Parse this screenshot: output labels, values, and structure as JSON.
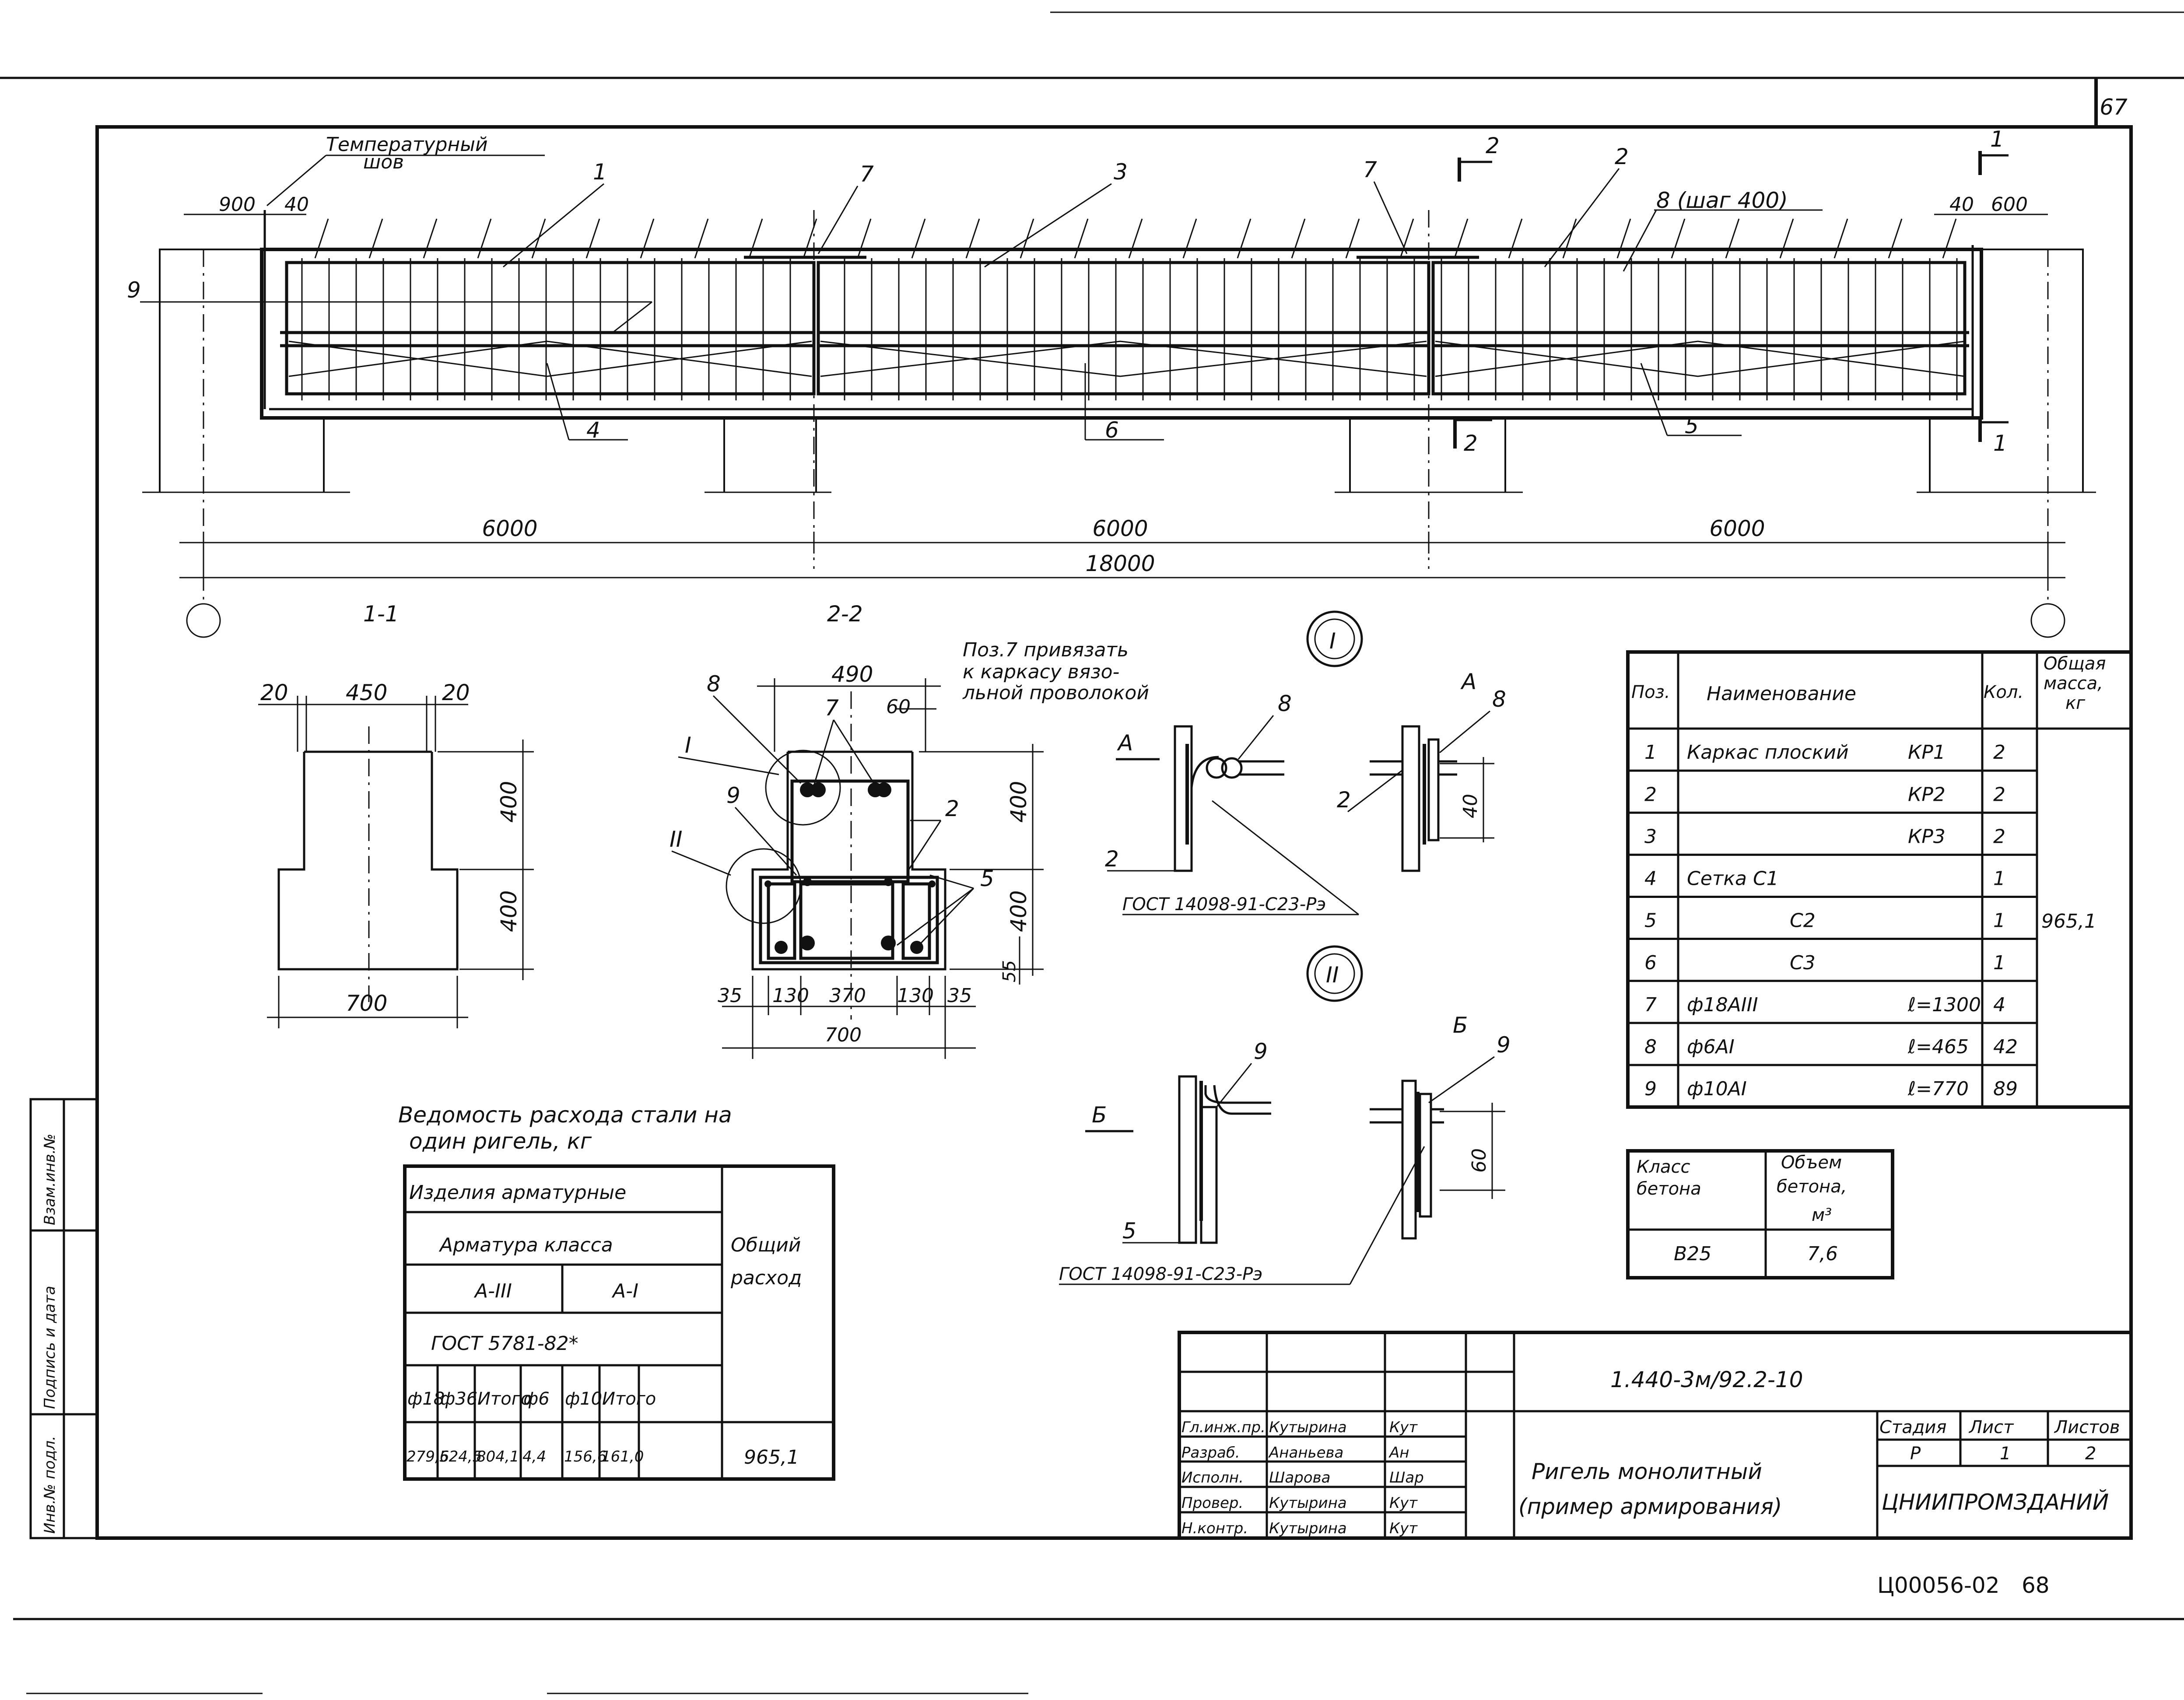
{
  "sheet": {
    "page_corner": "67",
    "stamp_number": "Ц00056-02",
    "stamp_page": "68"
  },
  "elevation": {
    "temp_joint_label_1": "Температурный",
    "temp_joint_label_2": "шов",
    "dim_left_900": "900",
    "dim_left_40": "40",
    "dim_right_40": "40",
    "dim_right_600": "600",
    "pos_1": "1",
    "pos_7a": "7",
    "pos_3": "3",
    "pos_7b": "7",
    "pos_2": "2",
    "pos_8": "8 (шаг 400)",
    "pos_9": "9",
    "pos_4": "4",
    "pos_6": "6",
    "pos_5": "5",
    "cut_2_top": "2",
    "cut_2_bottom": "2",
    "cut_1_top": "1",
    "cut_1_bottom": "1",
    "span_1": "6000",
    "span_2": "6000",
    "span_3": "6000",
    "total": "18000"
  },
  "section_1_1": {
    "title": "1-1",
    "dim_20_left": "20",
    "dim_450": "450",
    "dim_20_right": "20",
    "dim_400_top": "400",
    "dim_400_bottom": "400",
    "dim_700": "700"
  },
  "section_2_2": {
    "title": "2-2",
    "dim_490": "490",
    "dim_60": "60",
    "dim_400_top": "400",
    "dim_400_bottom": "400",
    "dim_55": "55",
    "dim_35_left": "35",
    "dim_130_left": "130",
    "dim_370": "370",
    "dim_130_right": "130",
    "dim_35_right": "35",
    "dim_700": "700",
    "pos_8": "8",
    "pos_7": "7",
    "pos_I": "I",
    "pos_9": "9",
    "pos_2": "2",
    "pos_II": "II",
    "pos_5": "5"
  },
  "note": {
    "line_1": "Поз.7 привязать",
    "line_2": "к каркасу вязо-",
    "line_3": "льной проволокой"
  },
  "detail_I": {
    "marker": "I",
    "arrow_A_left": "А",
    "view_A": "А",
    "pos_8_left": "8",
    "pos_2_left": "2",
    "pos_8_right": "8",
    "pos_2_right": "2",
    "dim_40": "40",
    "gost": "ГОСТ 14098-91-С23-Рэ"
  },
  "detail_II": {
    "marker": "II",
    "arrow_B_left": "Б",
    "view_B": "Б",
    "pos_9_left": "9",
    "pos_5_left": "5",
    "pos_9_right": "9",
    "dim_60": "60",
    "gost": "ГОСТ 14098-91-С23-Рэ"
  },
  "spec_table": {
    "headers": {
      "pos": "Поз.",
      "name": "Наименование",
      "qty": "Кол.",
      "mass_1": "Общая",
      "mass_2": "масса,",
      "mass_3": "кг"
    },
    "rows": [
      {
        "pos": "1",
        "name": "Каркас плоский",
        "mark": "КР1",
        "qty": "2"
      },
      {
        "pos": "2",
        "name": "",
        "mark": "КР2",
        "qty": "2"
      },
      {
        "pos": "3",
        "name": "",
        "mark": "КР3",
        "qty": "2"
      },
      {
        "pos": "4",
        "name": "Сетка С1",
        "mark": "",
        "qty": "1"
      },
      {
        "pos": "5",
        "name": "С2",
        "mark": "",
        "qty": "1"
      },
      {
        "pos": "6",
        "name": "С3",
        "mark": "",
        "qty": "1"
      },
      {
        "pos": "7",
        "name": "ф18АIII",
        "mark": "ℓ=1300",
        "qty": "4"
      },
      {
        "pos": "8",
        "name": "ф6АI",
        "mark": "ℓ=465",
        "qty": "42"
      },
      {
        "pos": "9",
        "name": "ф10АI",
        "mark": "ℓ=770",
        "qty": "89"
      }
    ],
    "total_mass": "965,1"
  },
  "concrete_table": {
    "h_class_1": "Класс",
    "h_class_2": "бетона",
    "h_vol_1": "Объем",
    "h_vol_2": "бетона,",
    "h_vol_3": "м³",
    "class": "В25",
    "volume": "7,6"
  },
  "steel_table": {
    "title_1": "Ведомость расхода стали на",
    "title_2": "один ригель, кг",
    "h_products": "Изделия арматурные",
    "h_class": "Арматура класса",
    "h_total_1": "Общий",
    "h_total_2": "расход",
    "h_a3": "А-III",
    "h_a1": "А-I",
    "h_gost": "ГОСТ 5781-82*",
    "cols": [
      "ф18",
      "ф36",
      "Итого",
      "ф6",
      "ф10",
      "Итого"
    ],
    "vals": [
      "279,6",
      "524,5",
      "804,1",
      "4,4",
      "156,6",
      "161,0"
    ],
    "total": "965,1"
  },
  "side_stamp": {
    "c1": "Инв.№ подл.",
    "c2": "Подпись и дата",
    "c3": "Взам.инв.№"
  },
  "title_block": {
    "code": "1.440-3м/92.2-10",
    "title_1": "Ригель монолитный",
    "title_2": "(пример армирования)",
    "org": "ЦНИИПРОМЗДАНИЙ",
    "h_stage": "Стадия",
    "h_sheet": "Лист",
    "h_sheets": "Листов",
    "stage": "Р",
    "sheet": "1",
    "sheets": "2",
    "roles": [
      {
        "role": "Гл.инж.пр.",
        "name": "Кутырина",
        "sign": "Кут"
      },
      {
        "role": "Разраб.",
        "name": "Ананьева",
        "sign": "Ан"
      },
      {
        "role": "Исполн.",
        "name": "Шарова",
        "sign": "Шар"
      },
      {
        "role": "Провер.",
        "name": "Кутырина",
        "sign": "Кут"
      },
      {
        "role": "Н.контр.",
        "name": "Кутырина",
        "sign": "Кут"
      }
    ]
  }
}
